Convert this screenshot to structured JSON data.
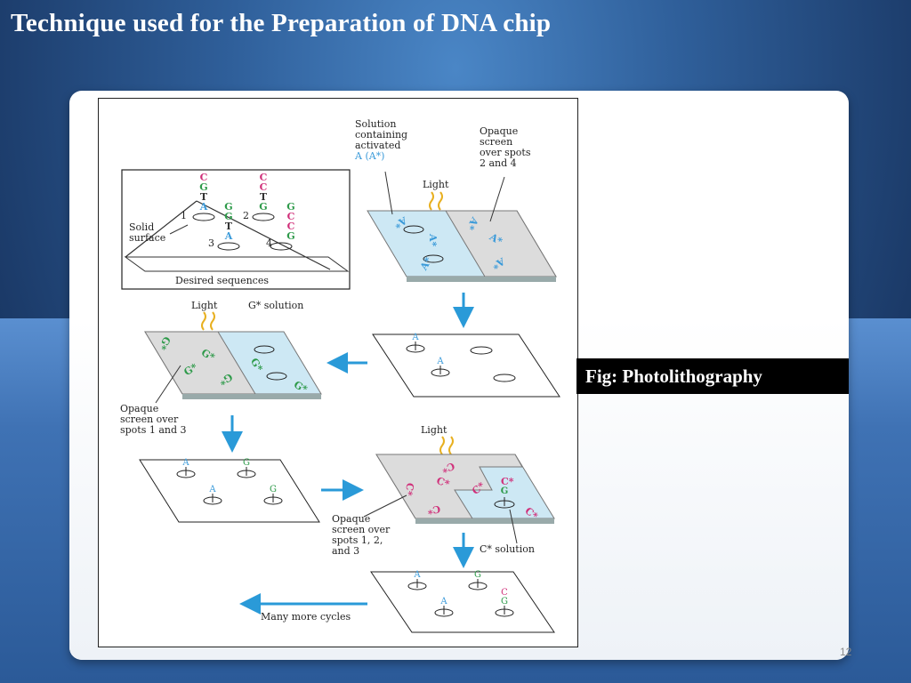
{
  "slide": {
    "title": "Technique used for the Preparation of DNA chip",
    "figure_caption": "Fig: Photolithography",
    "page_number": "12"
  },
  "diagram": {
    "desired_sequences_label": "Desired sequences",
    "solid_surface_label_1": "Solid",
    "solid_surface_label_2": "surface",
    "spot_numbers": [
      "1",
      "2",
      "3",
      "4"
    ],
    "solution_a_lines": [
      "Solution",
      "containing",
      "activated",
      "A (A*)"
    ],
    "opaque_24_lines": [
      "Opaque",
      "screen",
      "over spots",
      "2 and 4"
    ],
    "light_label": "Light",
    "g_solution_label": "G* solution",
    "opaque_13_lines": [
      "Opaque",
      "screen over",
      "spots 1 and 3"
    ],
    "opaque_123_lines": [
      "Opaque",
      "screen over",
      "spots 1, 2,",
      "and 3"
    ],
    "c_solution_label": "C* solution",
    "many_cycles_label": "Many more cycles",
    "colors": {
      "a_blue": "#3a9ad9",
      "g_green": "#2e9a4a",
      "c_magenta": "#d0307a",
      "arrow_blue": "#2a9ad8",
      "light_yellow": "#e8b020",
      "glass_blue": "#cde8f4",
      "screen_gray": "#dcdcdc"
    }
  }
}
